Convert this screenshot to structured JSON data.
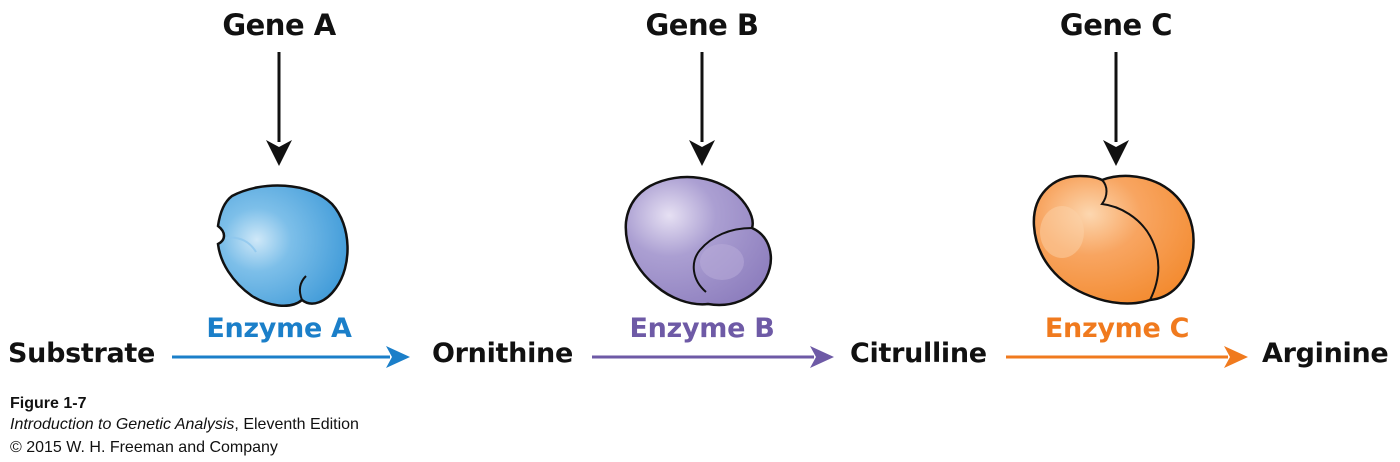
{
  "genes": [
    "Gene A",
    "Gene B",
    "Gene C"
  ],
  "metabolites": [
    "Substrate",
    "Ornithine",
    "Citrulline",
    "Arginine"
  ],
  "enzymes": [
    {
      "label": "Enzyme A",
      "color": "#1b7fc9",
      "fill": "#4aa3df",
      "light": "#b8dcf5"
    },
    {
      "label": "Enzyme B",
      "color": "#6e5aa6",
      "fill": "#9a8cc6",
      "light": "#d9d1ee"
    },
    {
      "label": "Enzyme C",
      "color": "#f07a1e",
      "fill": "#f6913c",
      "light": "#fbcfa0"
    }
  ],
  "caption": {
    "figure": "Figure 1-7",
    "book_title": "Introduction to Genetic Analysis",
    "edition": ", Eleventh Edition",
    "copyright": "© 2015 W. H. Freeman and Company"
  }
}
